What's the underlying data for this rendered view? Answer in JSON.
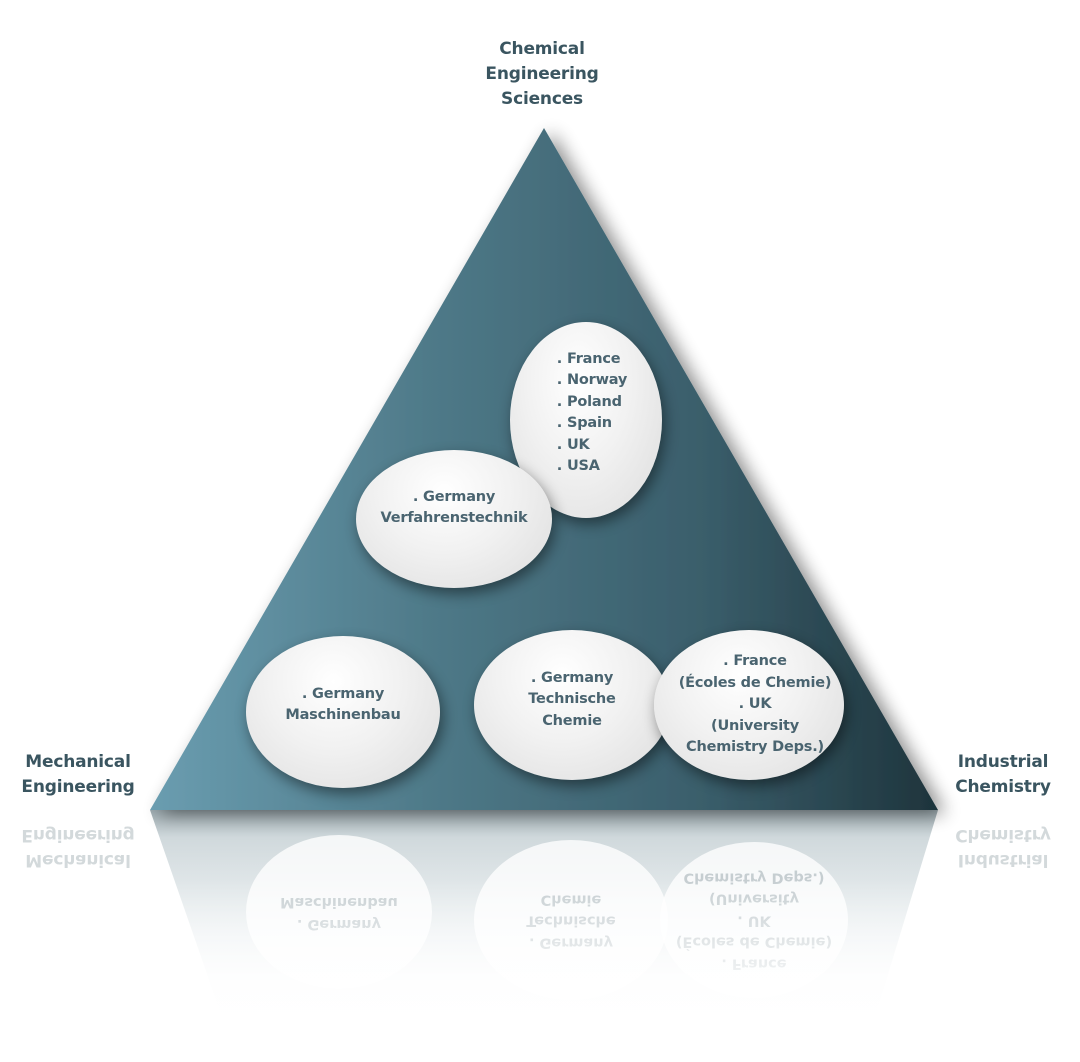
{
  "diagram": {
    "title": "Chemical engineering disciplines triangle",
    "colors": {
      "triangle_light": "#6496a6",
      "triangle_mid": "#45707e",
      "triangle_dark": "#1f363e",
      "label_text": "#3a5560",
      "node_text": "#4a6470",
      "node_fill": "#f1f1f1"
    },
    "corners": {
      "top": {
        "lines": [
          "Chemical",
          "Engineering",
          "Sciences"
        ]
      },
      "left": {
        "lines": [
          "Mechanical",
          "Engineering"
        ]
      },
      "right": {
        "lines": [
          "Industrial",
          "Chemistry"
        ]
      }
    },
    "nodes": [
      {
        "id": "ces-countries",
        "lines": [
          ". France",
          ". Norway",
          ". Poland",
          ". Spain",
          ". UK",
          ". USA"
        ]
      },
      {
        "id": "verfahrenstechnik",
        "lines": [
          ". Germany",
          "Verfahrenstechnik"
        ]
      },
      {
        "id": "maschinenbau",
        "lines": [
          ". Germany",
          "Maschinenbau"
        ]
      },
      {
        "id": "technische-chemie",
        "lines": [
          ". Germany",
          "Technische",
          "Chemie"
        ]
      },
      {
        "id": "industrial-chem-countries",
        "lines": [
          ". France",
          "(Écoles de Chemie)",
          ". UK",
          "(University",
          "Chemistry Deps.)"
        ]
      }
    ]
  }
}
